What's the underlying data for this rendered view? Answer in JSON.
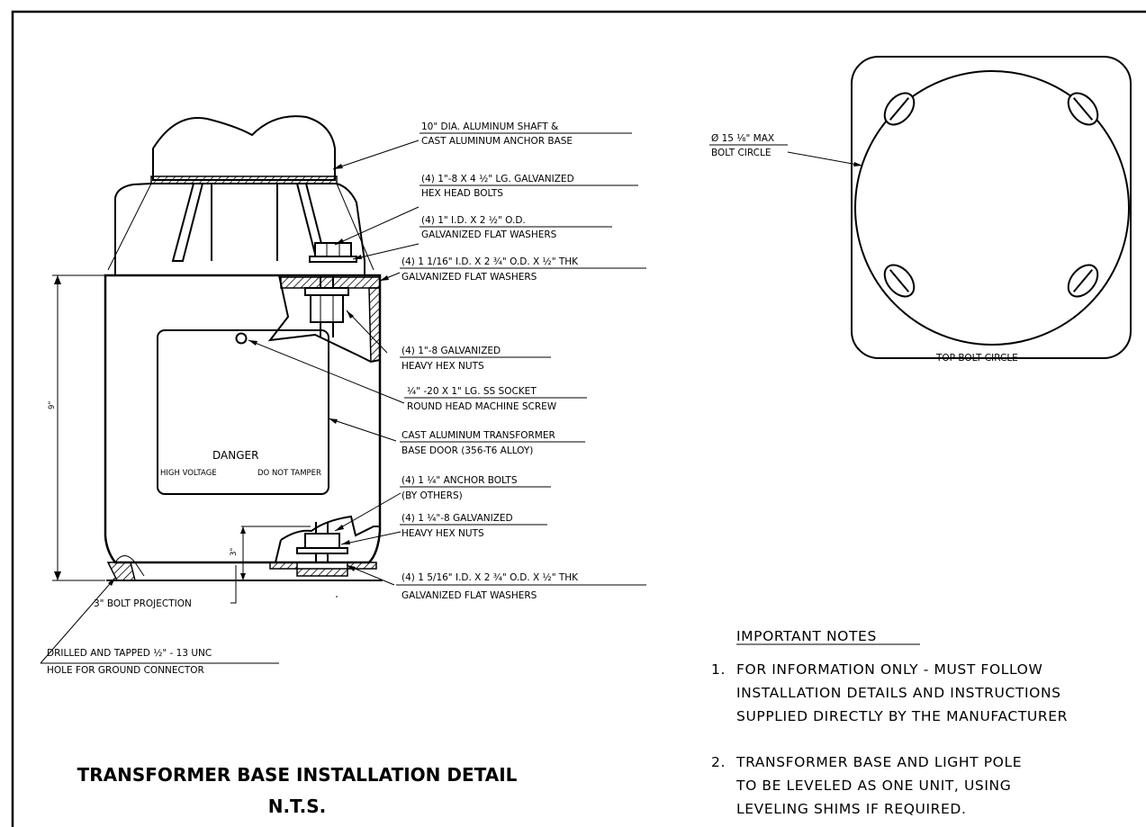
{
  "labels": {
    "shaft_l1": "10\" DIA. ALUMINUM SHAFT &",
    "shaft_l2": "CAST ALUMINUM ANCHOR BASE",
    "bolts_l1": "(4) 1\"-8 X 4 ½\" LG. GALVANIZED",
    "bolts_l2": "HEX HEAD BOLTS",
    "washer1_l1": "(4) 1\" I.D. X 2 ½\" O.D.",
    "washer1_l2": "GALVANIZED FLAT WASHERS",
    "washer2_l1": "(4) 1 1/16\" I.D. X 2 ¾\" O.D. X ½\" THK",
    "washer2_l2": "GALVANIZED FLAT WASHERS",
    "nuts1_l1": "(4) 1\"-8 GALVANIZED",
    "nuts1_l2": "HEAVY HEX NUTS",
    "screw_l1": "¼\" -20 X 1\" LG. SS SOCKET",
    "screw_l2": "ROUND HEAD MACHINE SCREW",
    "door_l1": "CAST ALUMINUM TRANSFORMER",
    "door_l2": "BASE DOOR (356-T6 ALLOY)",
    "anchor_l1": "(4) 1 ¼\" ANCHOR BOLTS",
    "anchor_l2": "(BY OTHERS)",
    "nuts2_l1": "(4) 1 ¼\"-8 GALVANIZED",
    "nuts2_l2": "HEAVY HEX NUTS",
    "washer3_l1": "(4) 1 5/16\" I.D. X 2 ¾\" O.D. X ½\" THK",
    "washer3_l2": "GALVANIZED FLAT WASHERS",
    "projection": "3\" BOLT PROJECTION",
    "ground_l1": "DRILLED AND TAPPED ½\" - 13 UNC",
    "ground_l2": "HOLE FOR GROUND CONNECTOR",
    "bolt_circle_l1": "Ø 15 ⅛\" MAX",
    "bolt_circle_l2": "BOLT CIRCLE",
    "top_bolt_circle": "TOP BOLT CIRCLE",
    "dim_height": "9\"",
    "dim_projection": "3\""
  },
  "door_sign": {
    "danger": "DANGER",
    "high_voltage": "HIGH VOLTAGE",
    "do_not_tamper": "DO NOT TAMPER"
  },
  "notes": {
    "heading": "IMPORTANT NOTES",
    "n1_num": "1.",
    "n1_l1": "FOR INFORMATION ONLY - MUST FOLLOW",
    "n1_l2": "INSTALLATION DETAILS AND INSTRUCTIONS",
    "n1_l3": "SUPPLIED DIRECTLY BY THE MANUFACTURER",
    "n2_num": "2.",
    "n2_l1": "TRANSFORMER BASE AND LIGHT POLE",
    "n2_l2": "TO BE LEVELED AS ONE UNIT, USING",
    "n2_l3": "LEVELING SHIMS IF REQUIRED."
  },
  "title": {
    "line1": "TRANSFORMER BASE INSTALLATION DETAIL",
    "line2": "N.T.S."
  }
}
